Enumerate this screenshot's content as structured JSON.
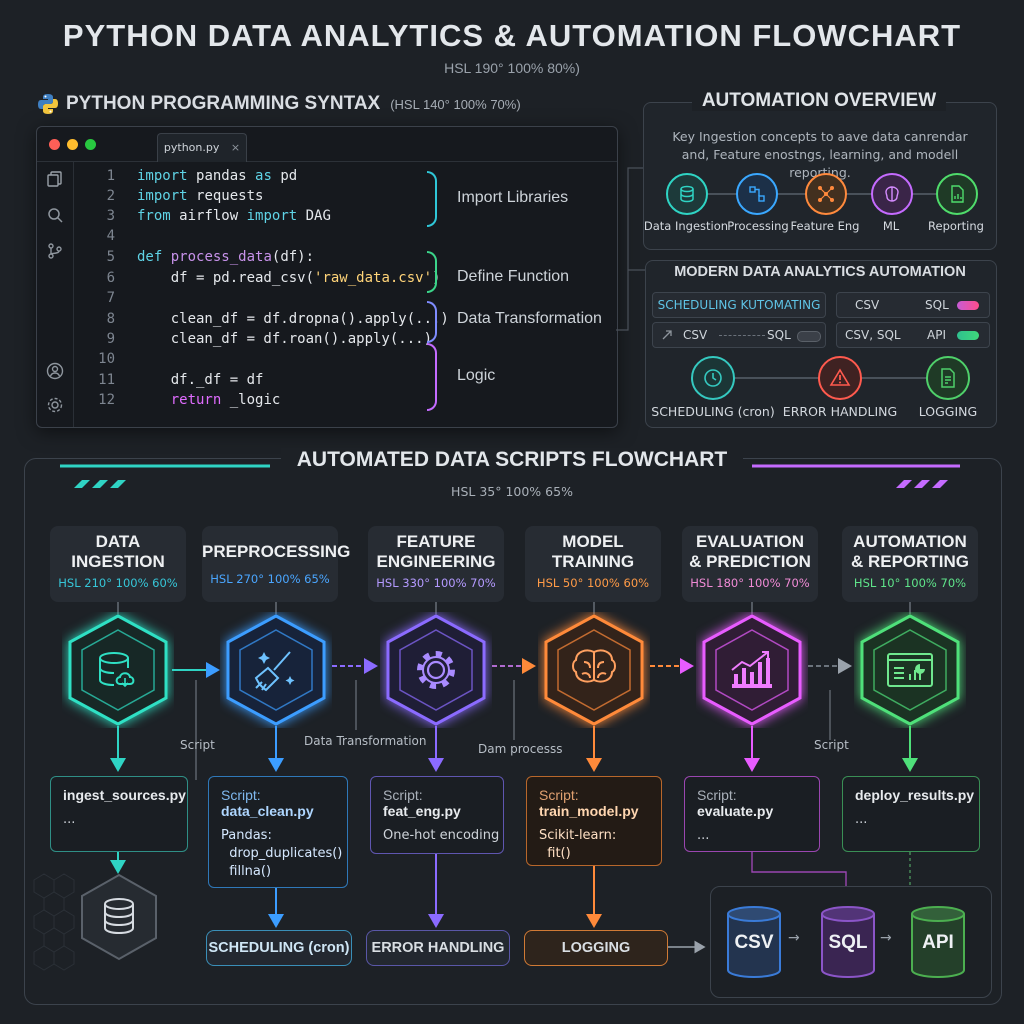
{
  "title": "PYTHON DATA ANALYTICS & AUTOMATION FLOWCHART",
  "subtitle": "HSL 190° 100% 80%)",
  "syntax_section": {
    "heading": "PYTHON PROGRAMMING SYNTAX",
    "hsl": "(HSL 140° 100% 70%)",
    "tab_name": "python.py",
    "tab_close": "×",
    "line_numbers": [
      "1",
      "2",
      "3",
      "4",
      "5",
      "6",
      "7",
      "8",
      "9",
      "10",
      "11",
      "12"
    ],
    "brace_labels": [
      "Import Libraries",
      "Define Function",
      "Data Transformation",
      "Logic"
    ],
    "brace_colors": [
      "#2fc7d8",
      "#3bd58a",
      "#7f8cff",
      "#c46bff"
    ]
  },
  "automation_overview": {
    "title": "AUTOMATION OVERVIEW",
    "description": "Key Ingestion concepts to aave data canrendar and, Feature enostngs, learning, and modell reporting.",
    "steps": [
      {
        "label": "Data Ingestion",
        "icon": "database-icon",
        "color": "#2fd4c4"
      },
      {
        "label": "Processing",
        "icon": "network-icon",
        "color": "#3aa8ff"
      },
      {
        "label": "Feature Eng",
        "icon": "graph-icon",
        "color": "#ff8a3d"
      },
      {
        "label": "ML",
        "icon": "brain-icon",
        "color": "#c56bff"
      },
      {
        "label": "Reporting",
        "icon": "report-icon",
        "color": "#4fdc6b"
      }
    ]
  },
  "modern_automation": {
    "title": "MODERN DATA ANALYTICS AUTOMATION",
    "row1_left": "SCHEDULING KUTOMATING",
    "row1_right_a": "CSV",
    "row1_right_b": "SQL",
    "row2_left_a": "CSV",
    "row2_left_b": "SQL",
    "row2_right_a": "CSV, SQL",
    "row2_right_b": "API",
    "items": [
      {
        "label": "SCHEDULING (cron)",
        "icon": "clock-icon",
        "color": "#35c9c0"
      },
      {
        "label": "ERROR HANDLING",
        "icon": "warning-icon",
        "color": "#ff5a4e"
      },
      {
        "label": "LOGGING",
        "icon": "log-file-icon",
        "color": "#4fd06a"
      }
    ]
  },
  "flowchart": {
    "title": "AUTOMATED DATA SCRIPTS FLOWCHART",
    "subtitle": "HSL 35° 100% 65%",
    "stages": [
      {
        "line1": "DATA",
        "line2": "INGESTION",
        "hsl": "HSL 210° 100% 60%",
        "color": "#2fe0c4",
        "hsl_color": "#36c6d8",
        "icon": "database-cloud-icon"
      },
      {
        "line1": "PREPROCESSING",
        "line2": "",
        "hsl": "HSL 270° 100% 65%",
        "color": "#3c9dff",
        "hsl_color": "#4aa6ff",
        "icon": "broom-icon"
      },
      {
        "line1": "FEATURE",
        "line2": "ENGINEERING",
        "hsl": "HSL 330° 100% 70%",
        "color": "#8b6bff",
        "hsl_color": "#b49aff",
        "icon": "gear-icon"
      },
      {
        "line1": "MODEL",
        "line2": "TRAINING",
        "hsl": "HSL 50° 100% 60%",
        "color": "#ff8a3a",
        "hsl_color": "#ff9b47",
        "icon": "brain-icon"
      },
      {
        "line1": "EVALUATION",
        "line2": "& PREDICTION",
        "hsl": "HSL 180° 100% 70%",
        "color": "#e85cff",
        "hsl_color": "#f08bd6",
        "icon": "bar-chart-icon"
      },
      {
        "line1": "AUTOMATION",
        "line2": "& REPORTING",
        "hsl": "HSL 10° 100% 70%",
        "color": "#4fe07a",
        "hsl_color": "#5fe48a",
        "icon": "dashboard-icon"
      }
    ],
    "annotations": [
      "Script",
      "Data Transformation",
      "Dam processs",
      "Script"
    ],
    "scripts": [
      {
        "prefix": "",
        "name": "ingest_sources.py",
        "body": "...",
        "color": "#2f8f86"
      },
      {
        "prefix": "Script: ",
        "name": "data_clean.py",
        "body": "Pandas:\n  drop_duplicates()\n  fillna()",
        "color": "#2f78b8"
      },
      {
        "prefix": "Script: ",
        "name": "feat_eng.py",
        "body": "One-hot encoding",
        "color": "#5f56b0"
      },
      {
        "prefix": "Script: ",
        "name": "train_model.py",
        "body": "Scikit-learn:\n  fit()",
        "color": "#b8672b"
      },
      {
        "prefix": "Script: ",
        "name": "evaluate.py",
        "body": "...",
        "color": "#9a46b0"
      },
      {
        "prefix": "",
        "name": "deploy_results.py",
        "body": "...",
        "color": "#3a8f55"
      }
    ],
    "bottom_pills": [
      {
        "label": "SCHEDULING (cron)",
        "color": "#3a8fb8"
      },
      {
        "label": "ERROR HANDLING",
        "color": "#5a57a8"
      },
      {
        "label": "LOGGING",
        "color": "#d07a35"
      }
    ],
    "outputs": [
      {
        "label": "CSV",
        "color": "#3a7bd8"
      },
      {
        "label": "SQL",
        "color": "#8b55c8"
      },
      {
        "label": "API",
        "color": "#4caf50"
      }
    ],
    "arrow_symbol": "→"
  }
}
